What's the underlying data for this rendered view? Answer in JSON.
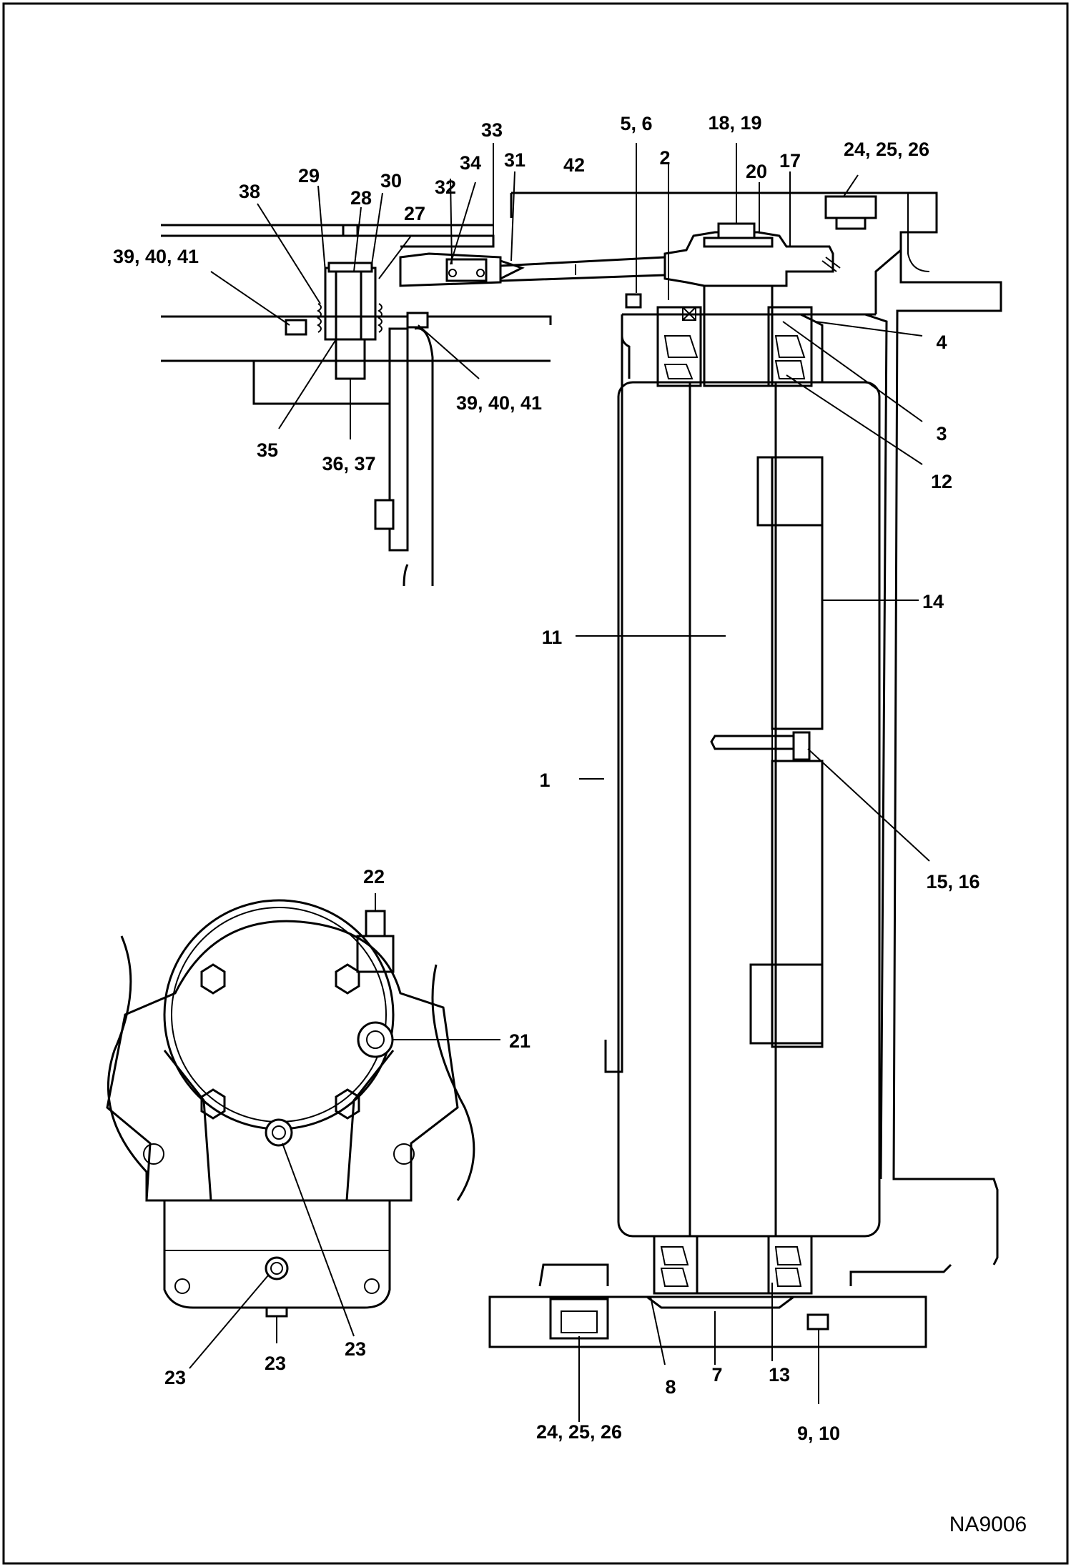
{
  "figure_id": "NA9006",
  "callouts": {
    "c1": "1",
    "c2": "2",
    "c3": "3",
    "c4": "4",
    "c5_6": "5, 6",
    "c7": "7",
    "c8": "8",
    "c9_10": "9, 10",
    "c11": "11",
    "c12": "12",
    "c13": "13",
    "c14": "14",
    "c15_16": "15, 16",
    "c17": "17",
    "c18_19": "18, 19",
    "c20": "20",
    "c21": "21",
    "c22": "22",
    "c23a": "23",
    "c23b": "23",
    "c23c": "23",
    "c24_25_26_top": "24, 25, 26",
    "c24_25_26_bottom": "24, 25, 26",
    "c27": "27",
    "c28": "28",
    "c29": "29",
    "c30": "30",
    "c31": "31",
    "c32": "32",
    "c33": "33",
    "c34": "34",
    "c35": "35",
    "c36_37": "36, 37",
    "c38": "38",
    "c39_40_41_left": "39, 40, 41",
    "c39_40_41_right": "39, 40, 41",
    "c42": "42"
  }
}
